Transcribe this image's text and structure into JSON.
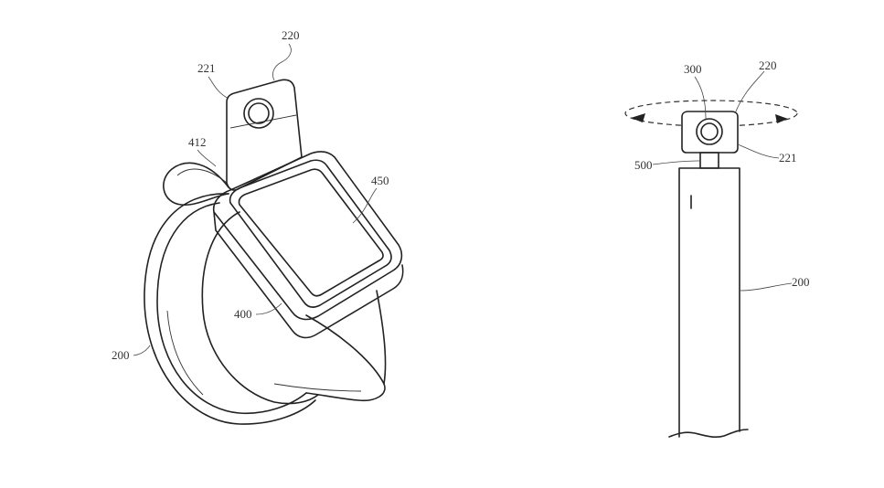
{
  "figure_left": {
    "labels": {
      "l220": "220",
      "l221": "221",
      "l412": "412",
      "l450": "450",
      "l400": "400",
      "l200": "200"
    }
  },
  "figure_right": {
    "labels": {
      "l300": "300",
      "l220": "220",
      "l500": "500",
      "l221": "221",
      "l200": "200"
    }
  }
}
